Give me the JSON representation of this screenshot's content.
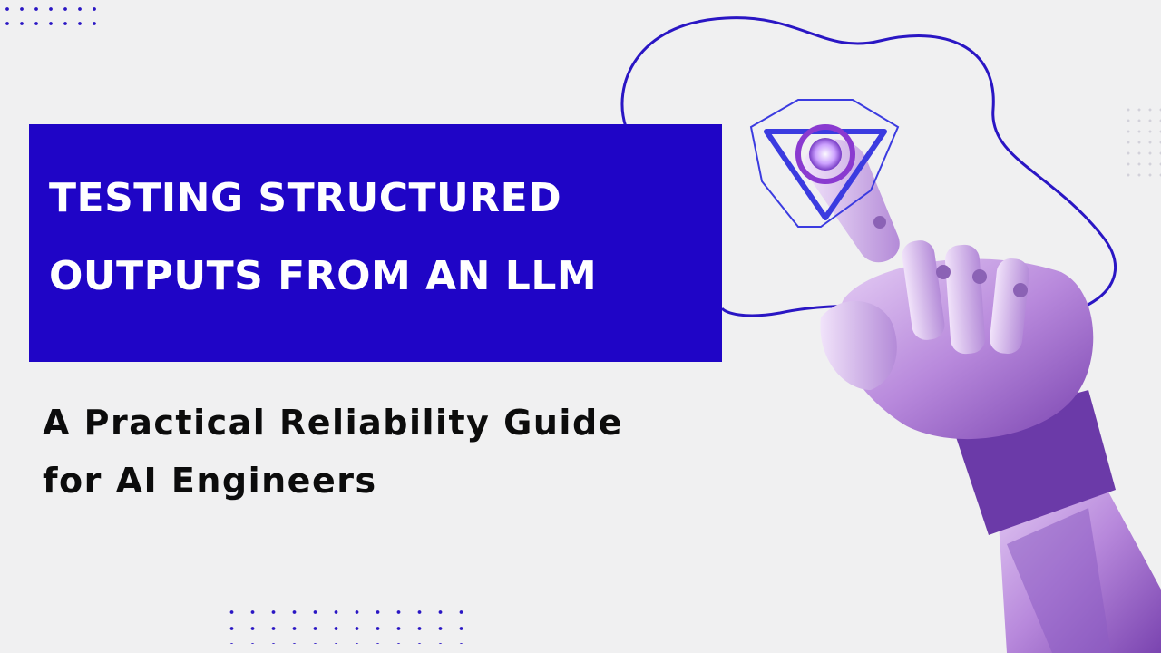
{
  "title": {
    "line1": "TESTING STRUCTURED",
    "line2": "OUTPUTS FROM AN LLM"
  },
  "subtitle": {
    "line1": "A Practical Reliability Guide",
    "line2": "for AI Engineers"
  },
  "colors": {
    "background": "#f0f0f1",
    "title_box": "#1f05c6",
    "title_text": "#ffffff",
    "subtitle_text": "#0c0c0c",
    "accent_outline": "#2a16c4",
    "robot_hand": "#c9a6e6"
  },
  "icons": {
    "robot_hand": "robot-hand-illustration",
    "hologram": "triangle-hologram-icon"
  }
}
